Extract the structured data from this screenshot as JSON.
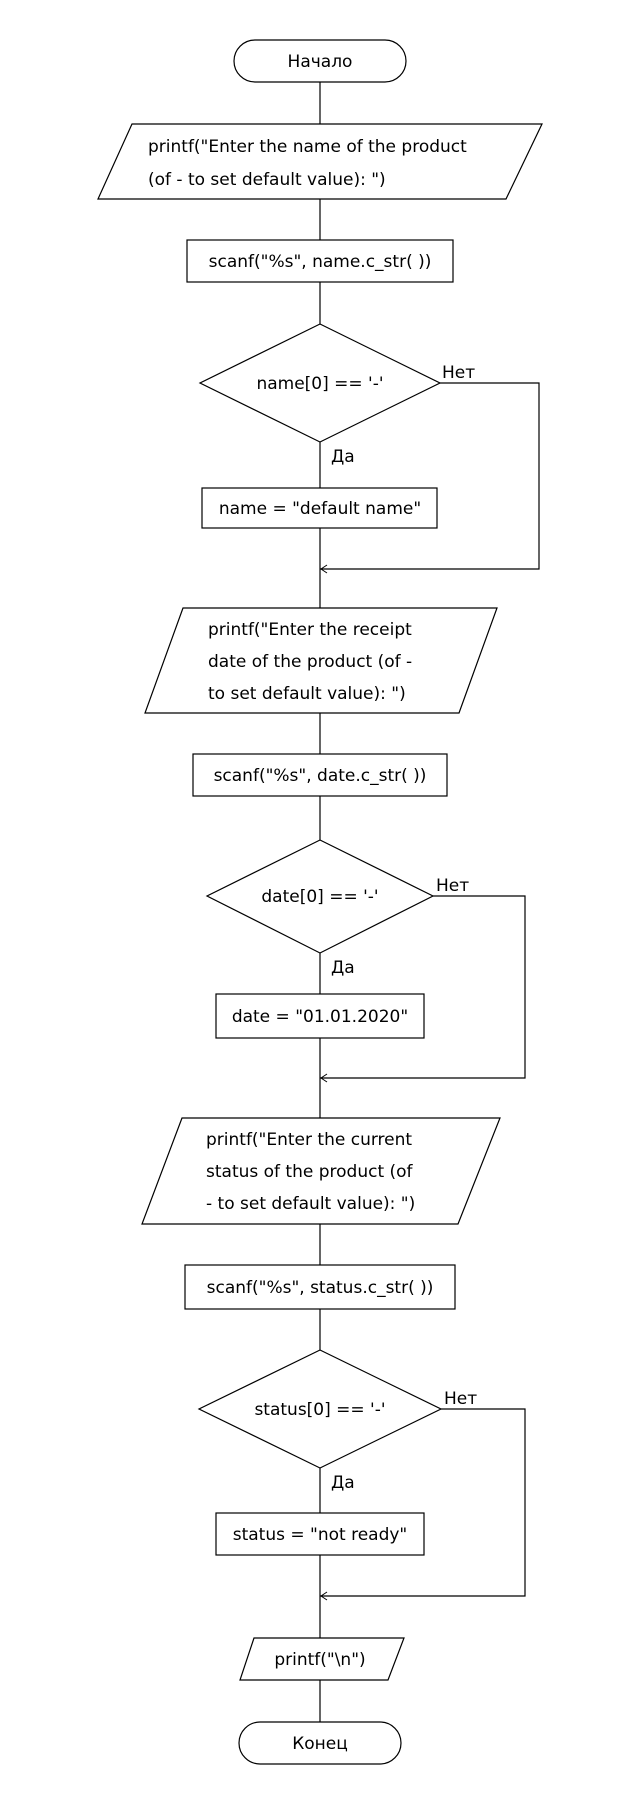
{
  "flowchart": {
    "start": "Начало",
    "end": "Конец",
    "yes_label": "Да",
    "no_label": "Нет",
    "name_prompt": [
      "printf(\"Enter the name of the product",
      "(of - to set default value): \")"
    ],
    "name_scanf": "scanf(\"%s\", name.c_str( ))",
    "name_check": "name[0] == '-'",
    "name_default": "name = \"default name\"",
    "date_prompt": [
      "printf(\"Enter the receipt",
      "date of the product (of -",
      "to set default value): \")"
    ],
    "date_scanf": "scanf(\"%s\", date.c_str( ))",
    "date_check": "date[0] == '-'",
    "date_default": "date = \"01.01.2020\"",
    "status_prompt": [
      "printf(\"Enter the current",
      "status of the product (of",
      "- to set default value): \")"
    ],
    "status_scanf": "scanf(\"%s\", status.c_str( ))",
    "status_check": "status[0] == '-'",
    "status_default": "status = \"not ready\"",
    "newline_print": "printf(\"\\n\")"
  }
}
